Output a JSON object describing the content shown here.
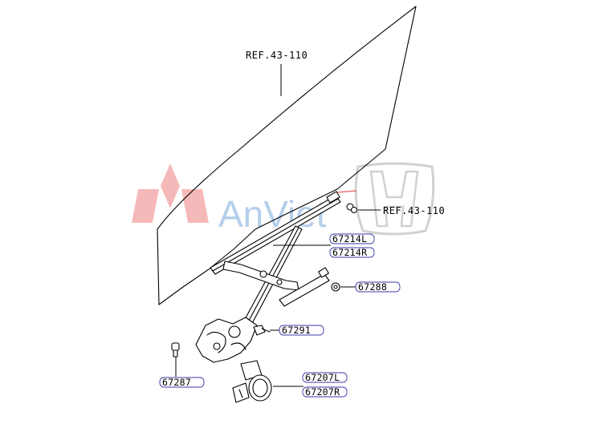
{
  "references": [
    {
      "id": "ref-glass",
      "label": "REF.43-110"
    },
    {
      "id": "ref-clip",
      "label": "REF.43-110"
    }
  ],
  "callouts": {
    "c67214": [
      "67214L",
      "67214R"
    ],
    "c67288": [
      "67288"
    ],
    "c67291": [
      "67291"
    ],
    "c67287": [
      "67287"
    ],
    "c67207": [
      "67207L",
      "67207R"
    ]
  },
  "watermark": {
    "text_part1": "AnV",
    "text_part2": "iet",
    "color_text": "#8fb4e0",
    "color_logo": "#f2a6a6",
    "color_honda": "#c8c8c8"
  }
}
